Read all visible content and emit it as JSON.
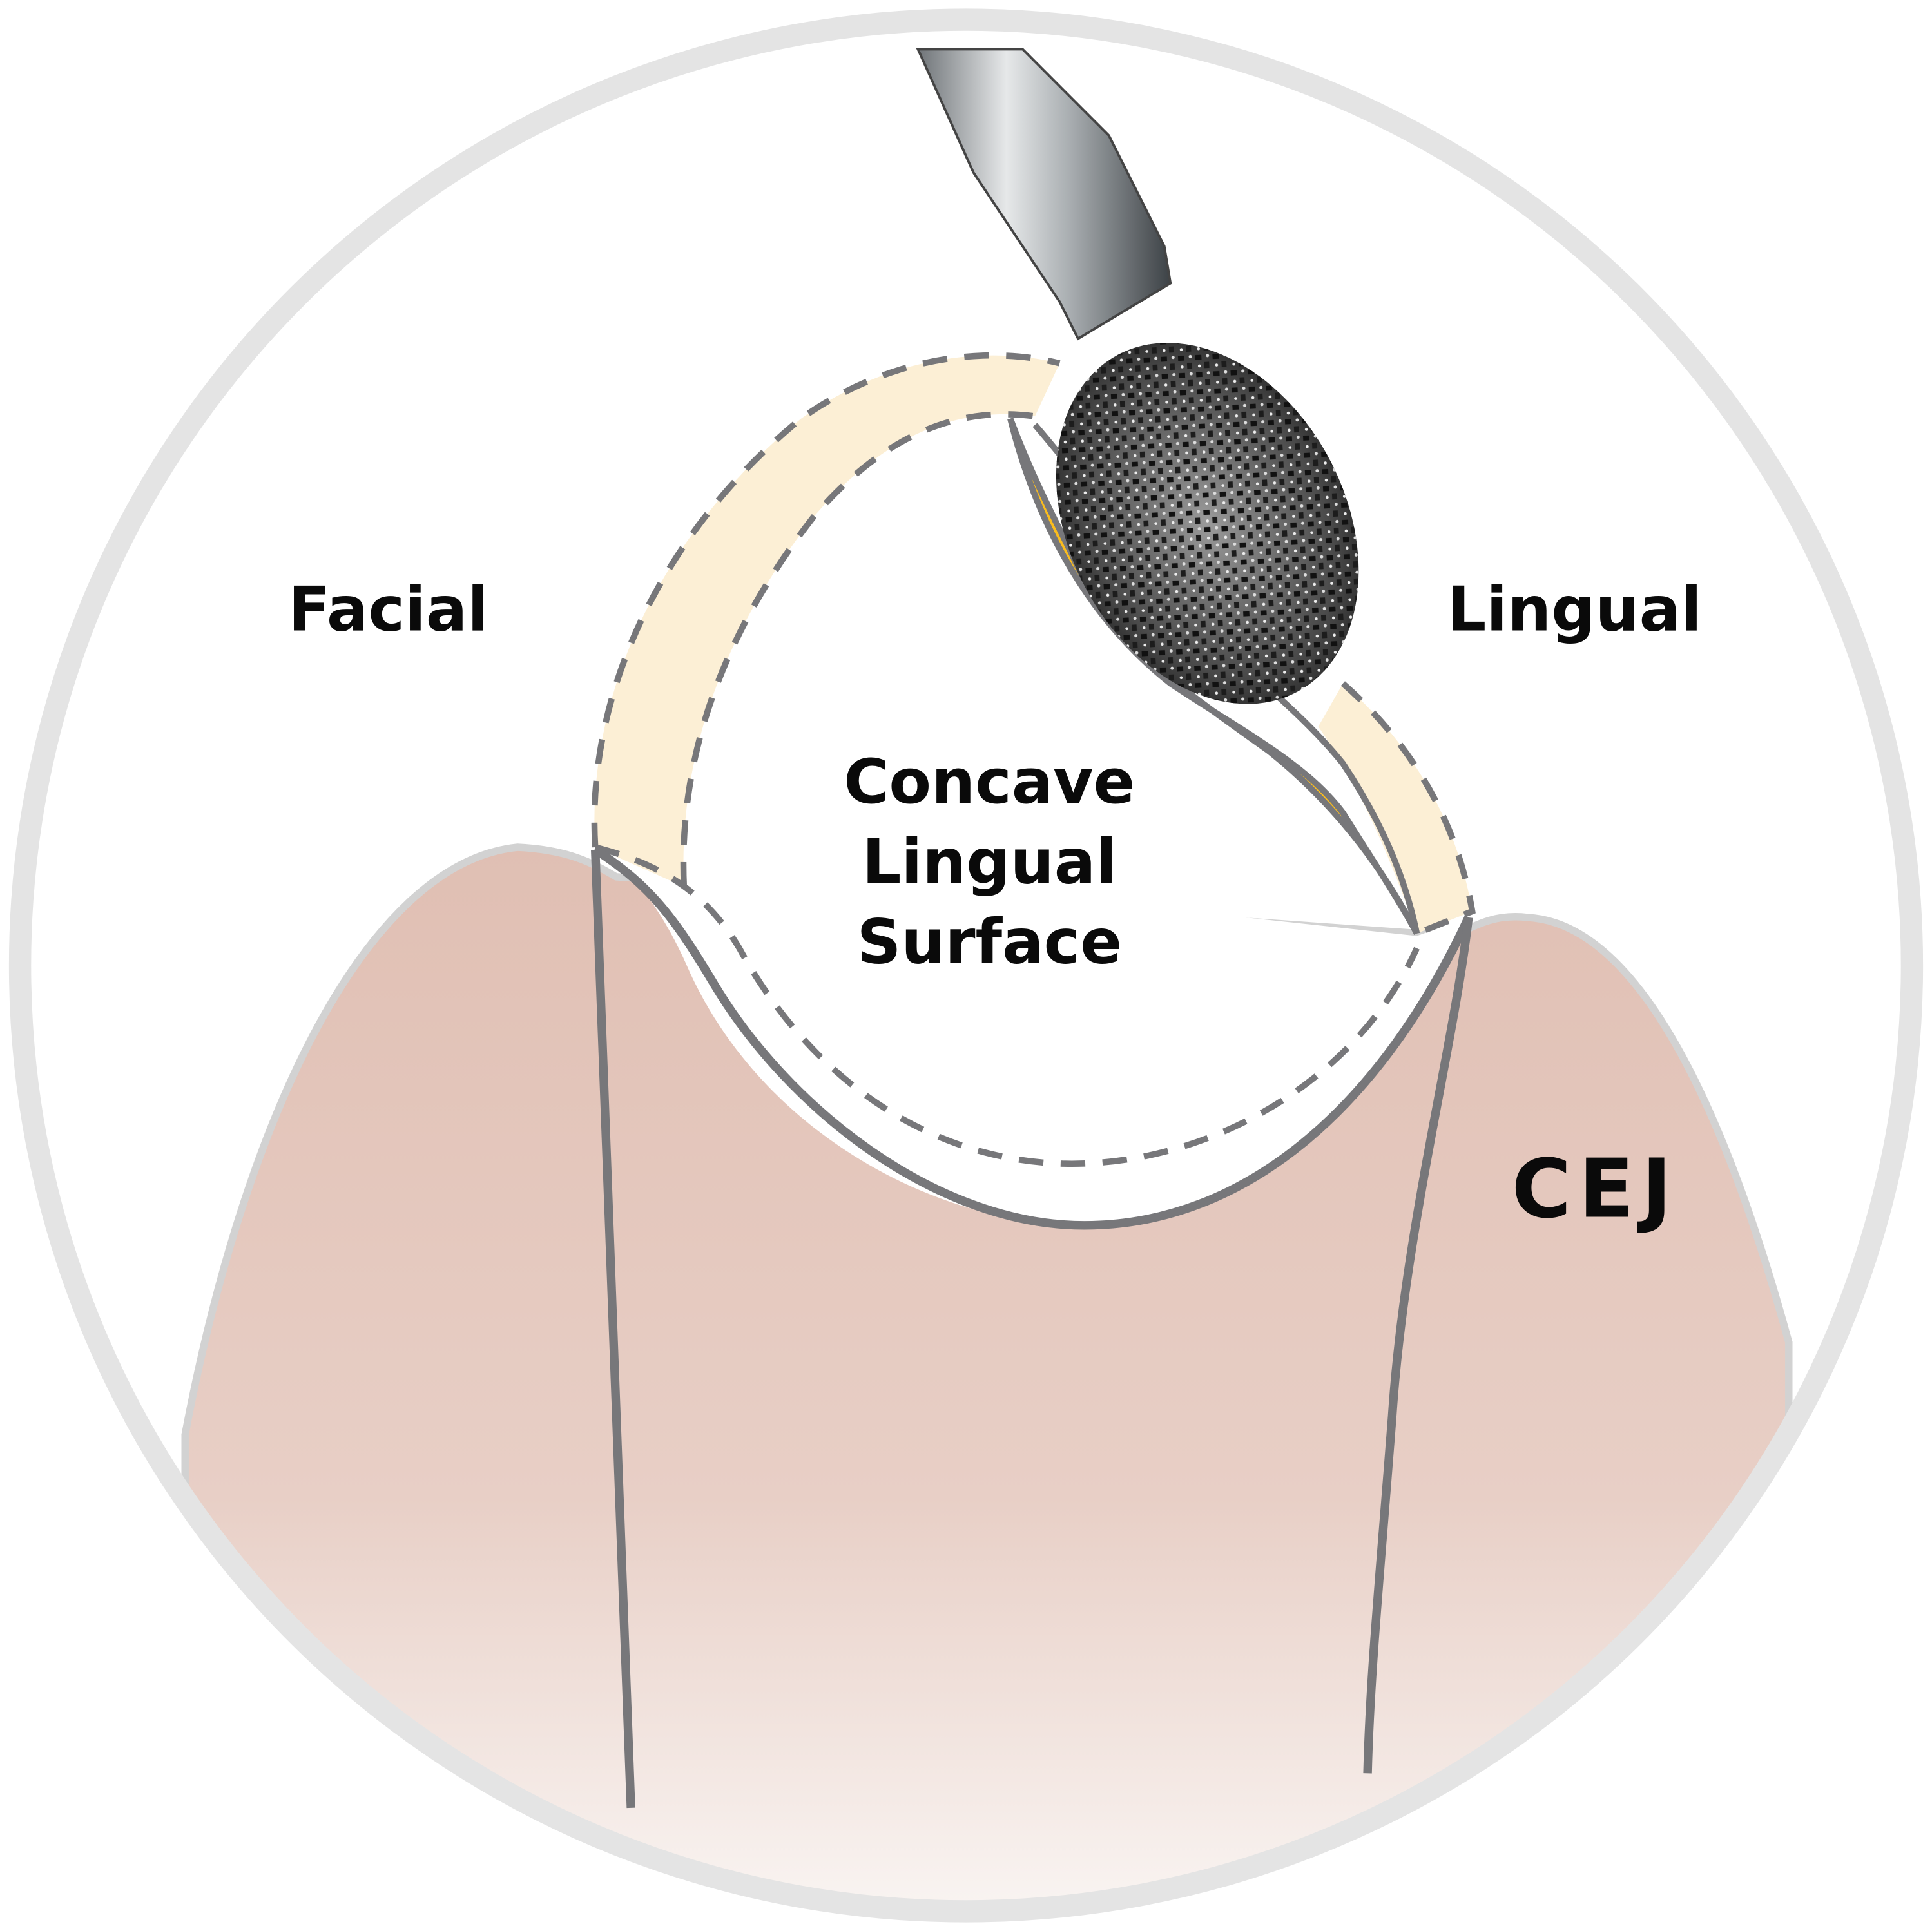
{
  "labels": {
    "facial": "Facial",
    "lingual": "Lingual",
    "concave_line1": "Concave",
    "concave_line2": "Lingual",
    "concave_line3": "Surface",
    "cej": "CEJ"
  },
  "colors": {
    "ring": "#e4e4e4",
    "gum": "#e0bfb3",
    "gum_light": "#f8f2ef",
    "gum_outline": "#d2d2d2",
    "tooth_outline": "#77777a",
    "enamel_band": "#fcefd5",
    "reduction": "#fbbd1e",
    "bur_dark": "#2a2a2a",
    "shank": "#b9bdc0"
  }
}
